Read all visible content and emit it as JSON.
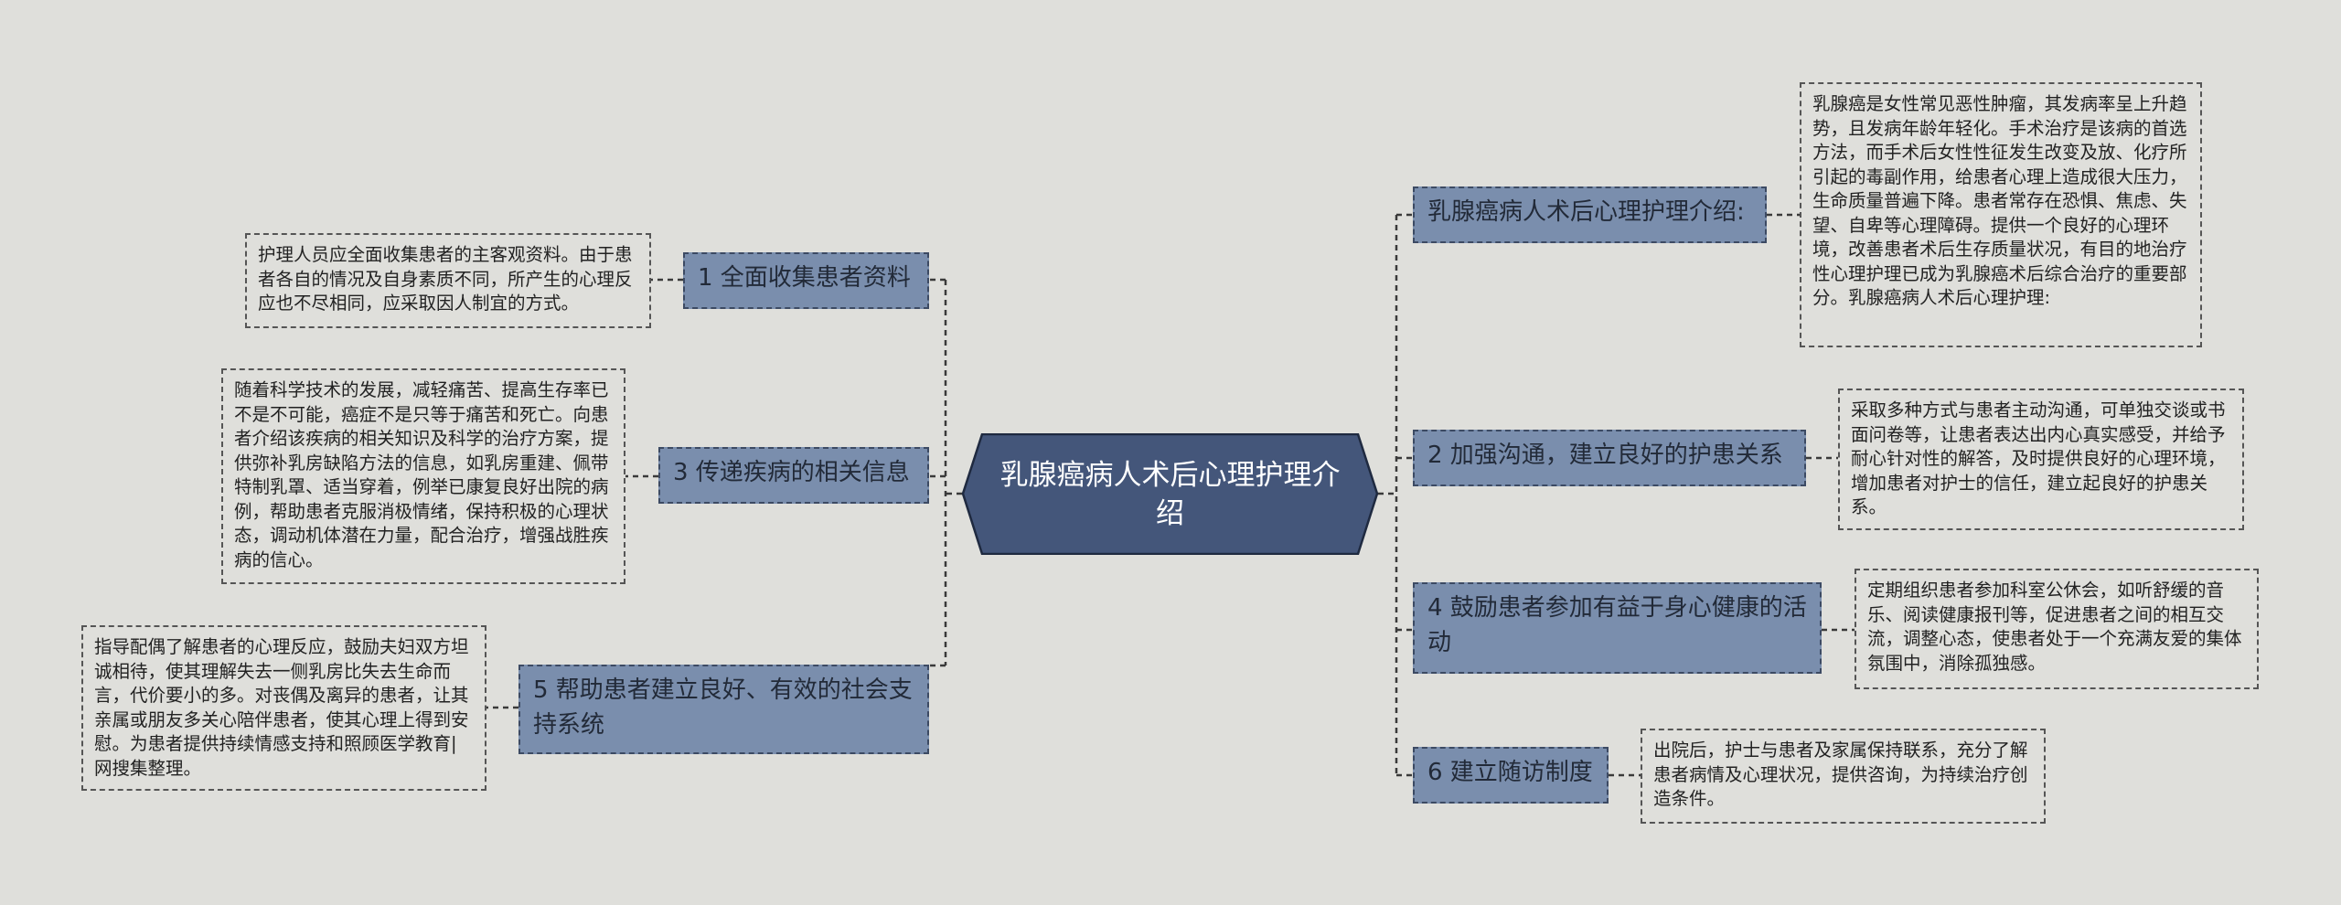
{
  "colors": {
    "background": "#dfdfdb",
    "root_fill": "#44567a",
    "branch_fill": "#7a8ead",
    "connector": "#3a3a3a"
  },
  "root": {
    "title": "乳腺癌病人术后心理护理介绍"
  },
  "left_branches": [
    {
      "label": "1 全面收集患者资料",
      "detail": "护理人员应全面收集患者的主客观资料。由于患者各自的情况及自身素质不同，所产生的心理反应也不尽相同，应采取因人制宜的方式。"
    },
    {
      "label": "3 传递疾病的相关信息",
      "detail": "随着科学技术的发展，减轻痛苦、提高生存率已不是不可能，癌症不是只等于痛苦和死亡。向患者介绍该疾病的相关知识及科学的治疗方案，提供弥补乳房缺陷方法的信息，如乳房重建、佩带特制乳罩、适当穿着，例举已康复良好出院的病例，帮助患者克服消极情绪，保持积极的心理状态，调动机体潜在力量，配合治疗，增强战胜疾病的信心。"
    },
    {
      "label": "5 帮助患者建立良好、有效的社会支持系统",
      "detail": "指导配偶了解患者的心理反应，鼓励夫妇双方坦诚相待，使其理解失去一侧乳房比失去生命而言，代价要小的多。对丧偶及离异的患者，让其亲属或朋友多关心陪伴患者，使其心理上得到安慰。为患者提供持续情感支持和照顾医学教育|网搜集整理。"
    }
  ],
  "right_branches": [
    {
      "label": "乳腺癌病人术后心理护理介绍:",
      "detail": "乳腺癌是女性常见恶性肿瘤，其发病率呈上升趋势，且发病年龄年轻化。手术治疗是该病的首选方法，而手术后女性性征发生改变及放、化疗所引起的毒副作用，给患者心理上造成很大压力，生命质量普遍下降。患者常存在恐惧、焦虑、失望、自卑等心理障碍。提供一个良好的心理环境，改善患者术后生存质量状况，有目的地治疗性心理护理已成为乳腺癌术后综合治疗的重要部分。乳腺癌病人术后心理护理:"
    },
    {
      "label": "2 加强沟通，建立良好的护患关系",
      "detail": "采取多种方式与患者主动沟通，可单独交谈或书面问卷等，让患者表达出内心真实感受，并给予耐心针对性的解答，及时提供良好的心理环境，增加患者对护士的信任，建立起良好的护患关系。"
    },
    {
      "label": "4 鼓励患者参加有益于身心健康的活动",
      "detail": "定期组织患者参加科室公休会，如听舒缓的音乐、阅读健康报刊等，促进患者之间的相互交流，调整心态，使患者处于一个充满友爱的集体氛围中，消除孤独感。"
    },
    {
      "label": "6 建立随访制度",
      "detail": "出院后，护士与患者及家属保持联系，充分了解患者病情及心理状况，提供咨询，为持续治疗创造条件。"
    }
  ]
}
